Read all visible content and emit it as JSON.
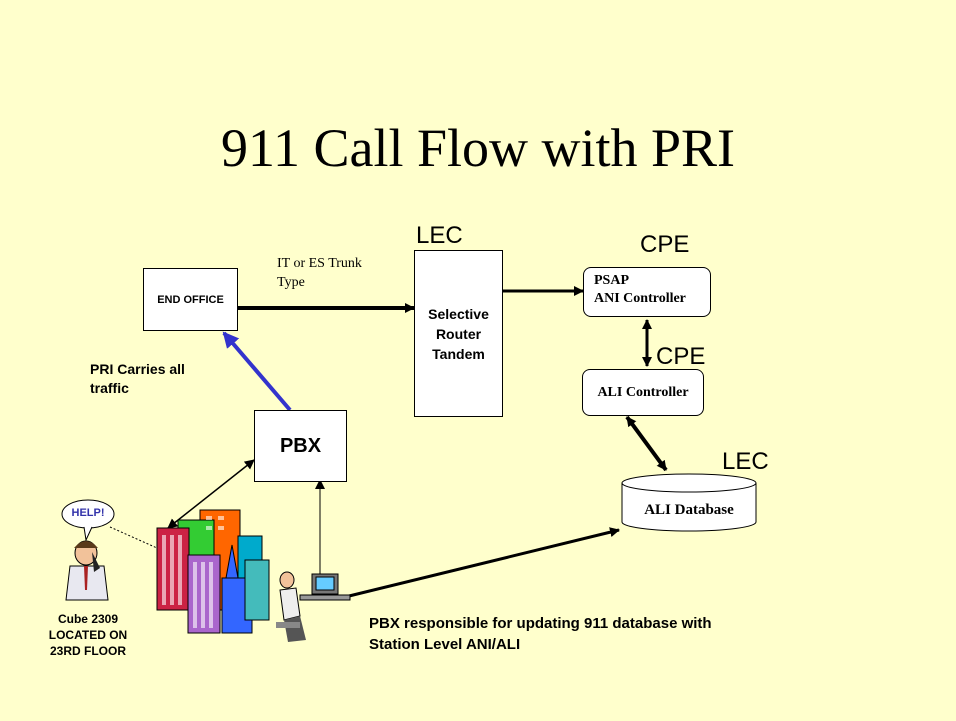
{
  "title": "911 Call Flow with PRI",
  "nodes": {
    "end_office": "END OFFICE",
    "selective_router": [
      "Selective",
      "Router",
      "Tandem"
    ],
    "psap": [
      "PSAP",
      "ANI Controller"
    ],
    "ali_controller": "ALI Controller",
    "ali_database": "ALI Database",
    "pbx": "PBX"
  },
  "labels": {
    "lec_top": "LEC",
    "cpe_top": "CPE",
    "cpe_mid": "CPE",
    "lec_db": "LEC",
    "trunk_type": [
      "IT or ES Trunk",
      "Type"
    ],
    "pri_carries": [
      "PRI Carries all",
      "traffic"
    ],
    "help": "HELP!",
    "cube": [
      "Cube 2309",
      "LOCATED ON",
      "23RD FLOOR"
    ],
    "pbx_responsible": [
      "PBX responsible for updating 911 database with",
      "Station Level ANI/ALI"
    ]
  },
  "colors": {
    "background": "#ffffcc",
    "pri_arrow": "#3333cc",
    "help_text": "#3333aa"
  }
}
